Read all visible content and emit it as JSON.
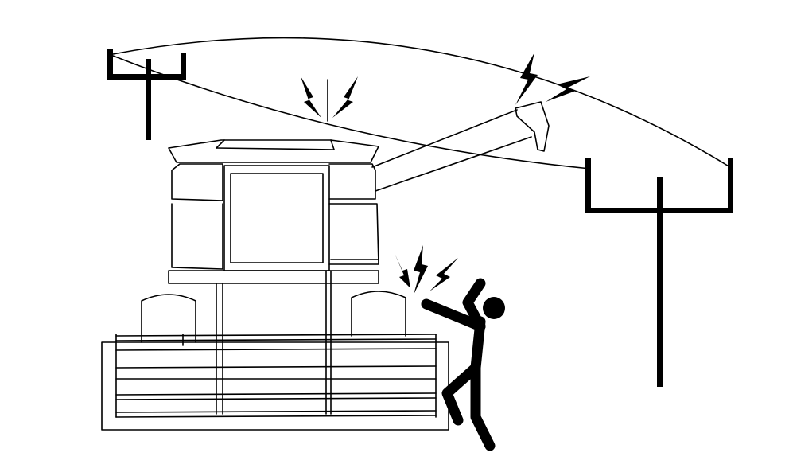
{
  "scene": {
    "ink_color": "#000000",
    "background_color": "#ffffff",
    "elements": [
      "utility-pole-left",
      "utility-pole-right",
      "power-lines",
      "combine-harvester",
      "unloading-auger",
      "person-shocked",
      "spark-icons"
    ]
  }
}
